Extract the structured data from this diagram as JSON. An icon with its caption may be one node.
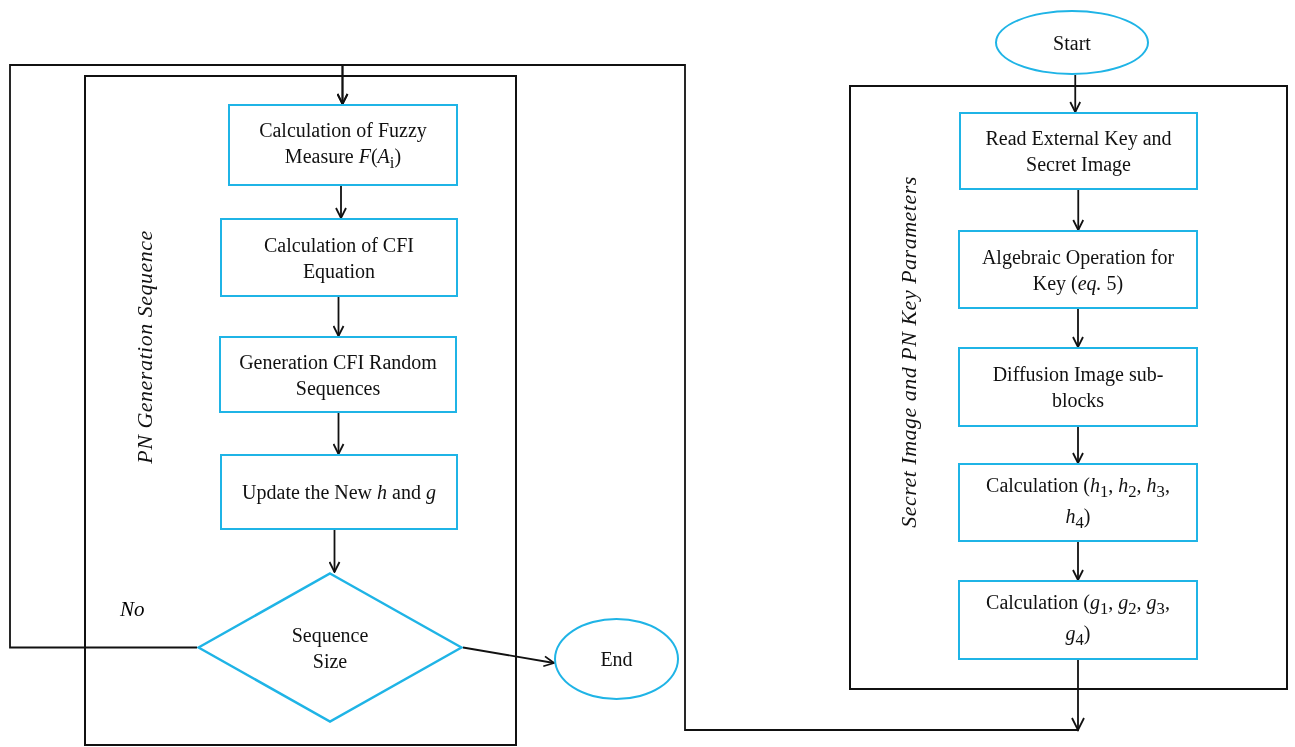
{
  "diagram": {
    "nodes": [
      {
        "text": [
          "PN Generation Sequence"
        ]
      },
      {
        "text": [
          "Calculation of Fuzzy Measure *F*(*A*$_{i}$)"
        ],
        "in": 0
      },
      {
        "text": [
          "Calculation of CFI Equation"
        ],
        "in": 0
      },
      {
        "text": [
          "Generation CFI Random Sequences"
        ],
        "in": 0
      },
      {
        "text": [
          "Update the New *h* and *g*"
        ],
        "in": 0
      },
      {
        "text": [
          "Sequence Size"
        ],
        "in": 0
      },
      {
        "text": [
          "End"
        ]
      },
      {
        "text": [
          "Start"
        ]
      },
      {
        "text": [
          "Secret Image and PN Key Parameters"
        ]
      },
      {
        "text": [
          "Read External Key and Secret Image"
        ],
        "in": 8
      },
      {
        "text": [
          "Algebraic Operation for Key (*eq.* 5)"
        ],
        "in": 8
      },
      {
        "text": [
          "Diffusion Image sub-blocks"
        ],
        "in": 8
      },
      {
        "text": [
          "Calculation (*h*$_{1}$, *h*$_{2}$, *h*$_{3}$, *h*$_{4}$)"
        ],
        "in": 8
      },
      {
        "text": [
          "Calculation (*g*$_{1}$, *g*$_{2}$, *g*$_{3}$, *g*$_{4}$)"
        ],
        "in": 8
      }
    ],
    "edges": [
      {
        "from": 1,
        "to": 2,
        "arrow": "to"
      },
      {
        "from": 2,
        "to": 3,
        "arrow": "to"
      },
      {
        "from": 3,
        "to": 4,
        "arrow": "to"
      },
      {
        "from": 4,
        "to": 5,
        "arrow": "to"
      },
      {
        "from": 5,
        "to": 6,
        "arrow": "to"
      },
      {
        "from": 5,
        "to": 1,
        "arrow": "to",
        "label": "No"
      },
      {
        "from": 7,
        "to": 9,
        "arrow": "to"
      },
      {
        "from": 9,
        "to": 10,
        "arrow": "to"
      },
      {
        "from": 10,
        "to": 11,
        "arrow": "to"
      },
      {
        "from": 11,
        "to": 12,
        "arrow": "to"
      },
      {
        "from": 12,
        "to": 13,
        "arrow": "to"
      },
      {
        "from": 13,
        "to": 1,
        "arrow": "to"
      }
    ]
  }
}
